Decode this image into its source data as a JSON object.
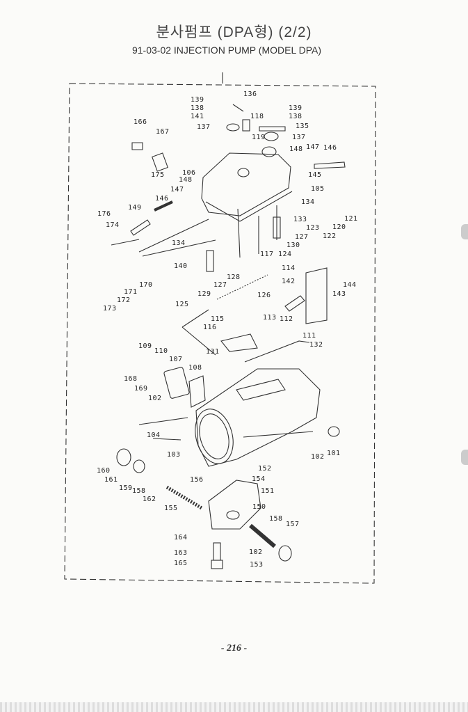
{
  "header": {
    "title_korean": "분사펌프 (DPA형) (2/2)",
    "title_english": "91-03-02 INJECTION PUMP (MODEL DPA)"
  },
  "diagram": {
    "part_labels": [
      "139",
      "136",
      "138",
      "141",
      "118",
      "139",
      "138",
      "135",
      "137",
      "119",
      "137",
      "166",
      "167",
      "148",
      "147",
      "146",
      "106",
      "145",
      "175",
      "105",
      "148",
      "147",
      "146",
      "134",
      "149",
      "176",
      "174",
      "133",
      "121",
      "120",
      "123",
      "122",
      "127",
      "134",
      "130",
      "117",
      "124",
      "140",
      "114",
      "128",
      "142",
      "127",
      "129",
      "126",
      "143",
      "144",
      "170",
      "171",
      "172",
      "173",
      "125",
      "115",
      "113",
      "112",
      "116",
      "111",
      "132",
      "109",
      "110",
      "107",
      "108",
      "131",
      "168",
      "169",
      "102",
      "104",
      "103",
      "102",
      "101",
      "152",
      "154",
      "160",
      "161",
      "159",
      "158",
      "162",
      "156",
      "151",
      "155",
      "150",
      "158",
      "157",
      "164",
      "102",
      "163",
      "165",
      "153"
    ]
  },
  "footer": {
    "page_number": "- 216 -"
  }
}
